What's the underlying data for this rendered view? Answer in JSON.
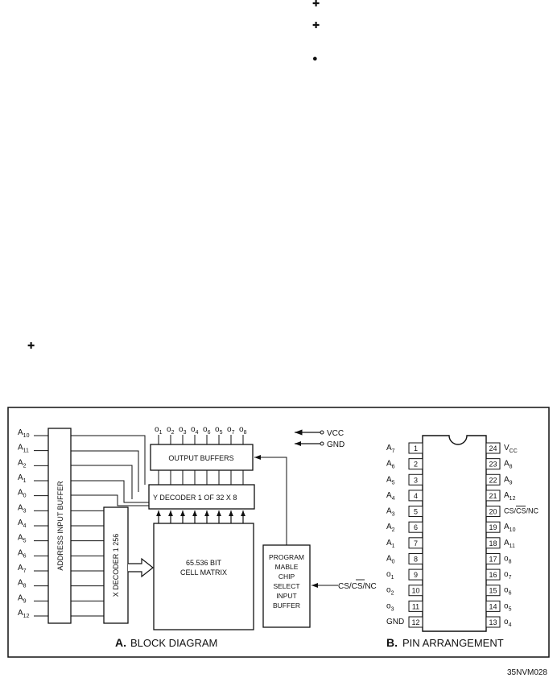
{
  "block_diagram": {
    "caption_letter": "A.",
    "caption_text": "BLOCK DIAGRAM",
    "address_buffer_label": "ADDRESS INPUT BUFFER",
    "x_decoder_label": "X DECODER 1 256",
    "y_decoder_label": "Y DECODER  1 OF 32 X 8",
    "output_buffers_label": "OUTPUT BUFFERS",
    "cell_matrix_line1": "65.536 BIT",
    "cell_matrix_line2": "CELL MATRIX",
    "chip_select_lines": [
      "PROGRAM",
      "MABLE",
      "CHIP",
      "SELECT",
      "INPUT",
      "BUFFER"
    ],
    "chip_select_input": "CS/CS/NC",
    "power_vcc": "VCC",
    "power_gnd": "GND",
    "address_inputs": [
      {
        "base": "A",
        "sub": "10"
      },
      {
        "base": "A",
        "sub": "11"
      },
      {
        "base": "A",
        "sub": "2"
      },
      {
        "base": "A",
        "sub": "1"
      },
      {
        "base": "A",
        "sub": "0"
      },
      {
        "base": "A",
        "sub": "3"
      },
      {
        "base": "A",
        "sub": "4"
      },
      {
        "base": "A",
        "sub": "5"
      },
      {
        "base": "A",
        "sub": "6"
      },
      {
        "base": "A",
        "sub": "7"
      },
      {
        "base": "A",
        "sub": "8"
      },
      {
        "base": "A",
        "sub": "9"
      },
      {
        "base": "A",
        "sub": "12"
      }
    ],
    "outputs": [
      {
        "base": "o",
        "sub": "1"
      },
      {
        "base": "o",
        "sub": "2"
      },
      {
        "base": "o",
        "sub": "3"
      },
      {
        "base": "o",
        "sub": "4"
      },
      {
        "base": "o",
        "sub": "6"
      },
      {
        "base": "o",
        "sub": "5"
      },
      {
        "base": "o",
        "sub": "7"
      },
      {
        "base": "o",
        "sub": "8"
      }
    ]
  },
  "pin_arrangement": {
    "caption_letter": "B.",
    "caption_text": "PIN ARRANGEMENT",
    "left_pins": [
      {
        "num": "1",
        "base": "A",
        "sub": "7"
      },
      {
        "num": "2",
        "base": "A",
        "sub": "6"
      },
      {
        "num": "3",
        "base": "A",
        "sub": "5"
      },
      {
        "num": "4",
        "base": "A",
        "sub": "4"
      },
      {
        "num": "5",
        "base": "A",
        "sub": "3"
      },
      {
        "num": "6",
        "base": "A",
        "sub": "2"
      },
      {
        "num": "7",
        "base": "A",
        "sub": "1"
      },
      {
        "num": "8",
        "base": "A",
        "sub": "0"
      },
      {
        "num": "9",
        "base": "o",
        "sub": "1"
      },
      {
        "num": "10",
        "base": "o",
        "sub": "2"
      },
      {
        "num": "11",
        "base": "o",
        "sub": "3"
      },
      {
        "num": "12",
        "base": "GND",
        "sub": ""
      }
    ],
    "right_pins": [
      {
        "num": "24",
        "base": "V",
        "sub": "CC"
      },
      {
        "num": "23",
        "base": "A",
        "sub": "8"
      },
      {
        "num": "22",
        "base": "A",
        "sub": "9"
      },
      {
        "num": "21",
        "base": "A",
        "sub": "12"
      },
      {
        "num": "20",
        "base": "CS/CS/NC",
        "sub": ""
      },
      {
        "num": "19",
        "base": "A",
        "sub": "10"
      },
      {
        "num": "18",
        "base": "A",
        "sub": "11"
      },
      {
        "num": "17",
        "base": "o",
        "sub": "8"
      },
      {
        "num": "16",
        "base": "o",
        "sub": "7"
      },
      {
        "num": "15",
        "base": "o",
        "sub": "6"
      },
      {
        "num": "14",
        "base": "o",
        "sub": "5"
      },
      {
        "num": "13",
        "base": "o",
        "sub": "4"
      }
    ]
  },
  "figure_id": "35NVM028"
}
